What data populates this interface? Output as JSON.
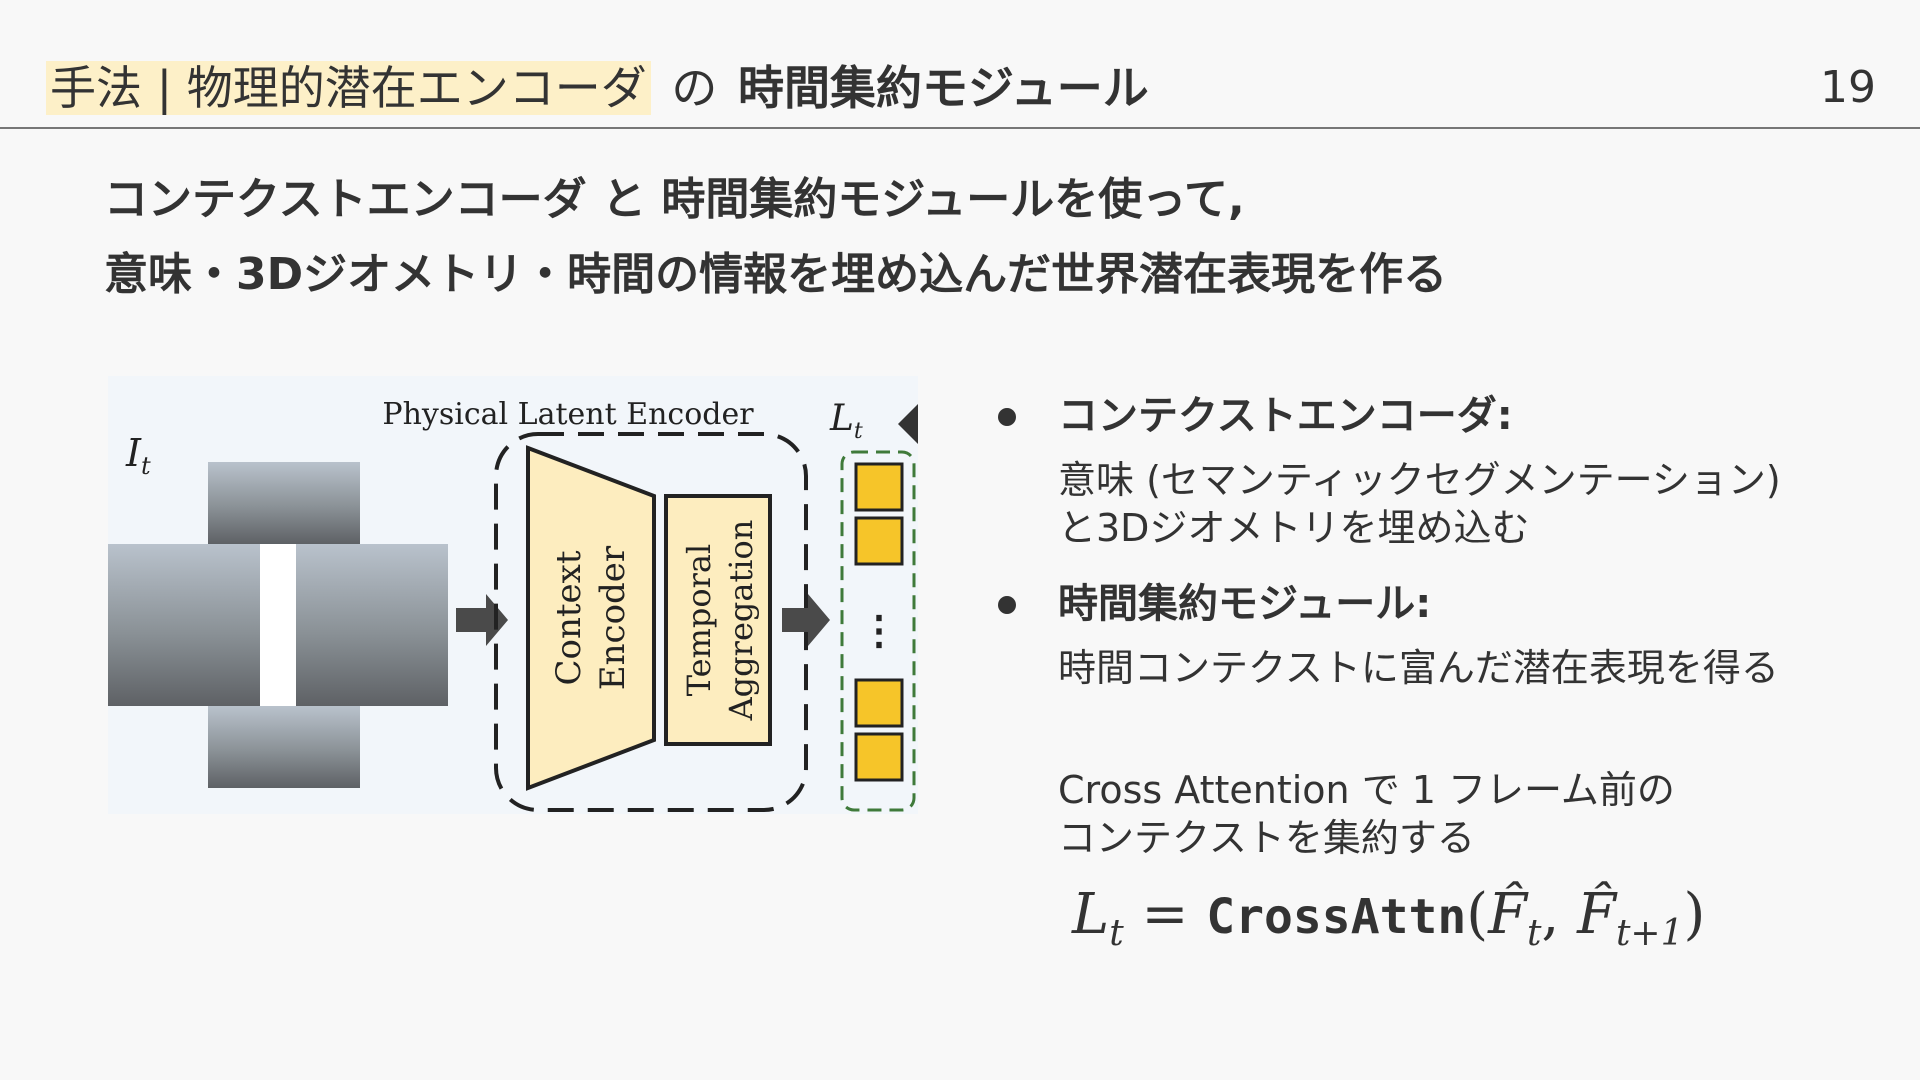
{
  "header": {
    "section_highlight": "手法 | 物理的潜在エンコーダ",
    "connector": "の",
    "title_strong": "時間集約モジュール",
    "page_number": "19"
  },
  "lead": {
    "line1": "コンテクストエンコーダ と 時間集約モジュールを使って,",
    "line2": "意味・3Dジオメトリ・時間の情報を埋め込んだ世界潜在表現を作る"
  },
  "figure": {
    "title": "Physical Latent Encoder",
    "input_label": "I",
    "input_sub": "t",
    "encoder_line1": "Context",
    "encoder_line2": "Encoder",
    "aggregation_line1": "Temporal",
    "aggregation_line2": "Aggregation",
    "output_label": "L",
    "output_sub": "t",
    "ellipsis": "⋮",
    "colors": {
      "block_fill": "#fdedbf",
      "token_fill": "#f6c529",
      "arrow": "#4a4a4a",
      "token_border": "#3f7a3a"
    }
  },
  "bullets": [
    {
      "head": "コンテクストエンコーダ:",
      "body_line1": "意味 (セマンティックセグメンテーション)",
      "body_line2": "と3Dジオメトリを埋め込む"
    },
    {
      "head": "時間集約モジュール:",
      "body_line1": "時間コンテクストに富んだ潜在表現を得る"
    }
  ],
  "note": {
    "line1": "Cross Attention で 1 フレーム前の",
    "line2": "コンテクストを集約する"
  },
  "formula": {
    "lhs": "L",
    "lhs_sub": "t",
    "equals": "=",
    "func": "CrossAttn",
    "open": "(",
    "arg1": "F̂",
    "arg1_sub": "t",
    "comma": ",",
    "arg2": "F̂",
    "arg2_sub": "t+1",
    "close": ")"
  }
}
